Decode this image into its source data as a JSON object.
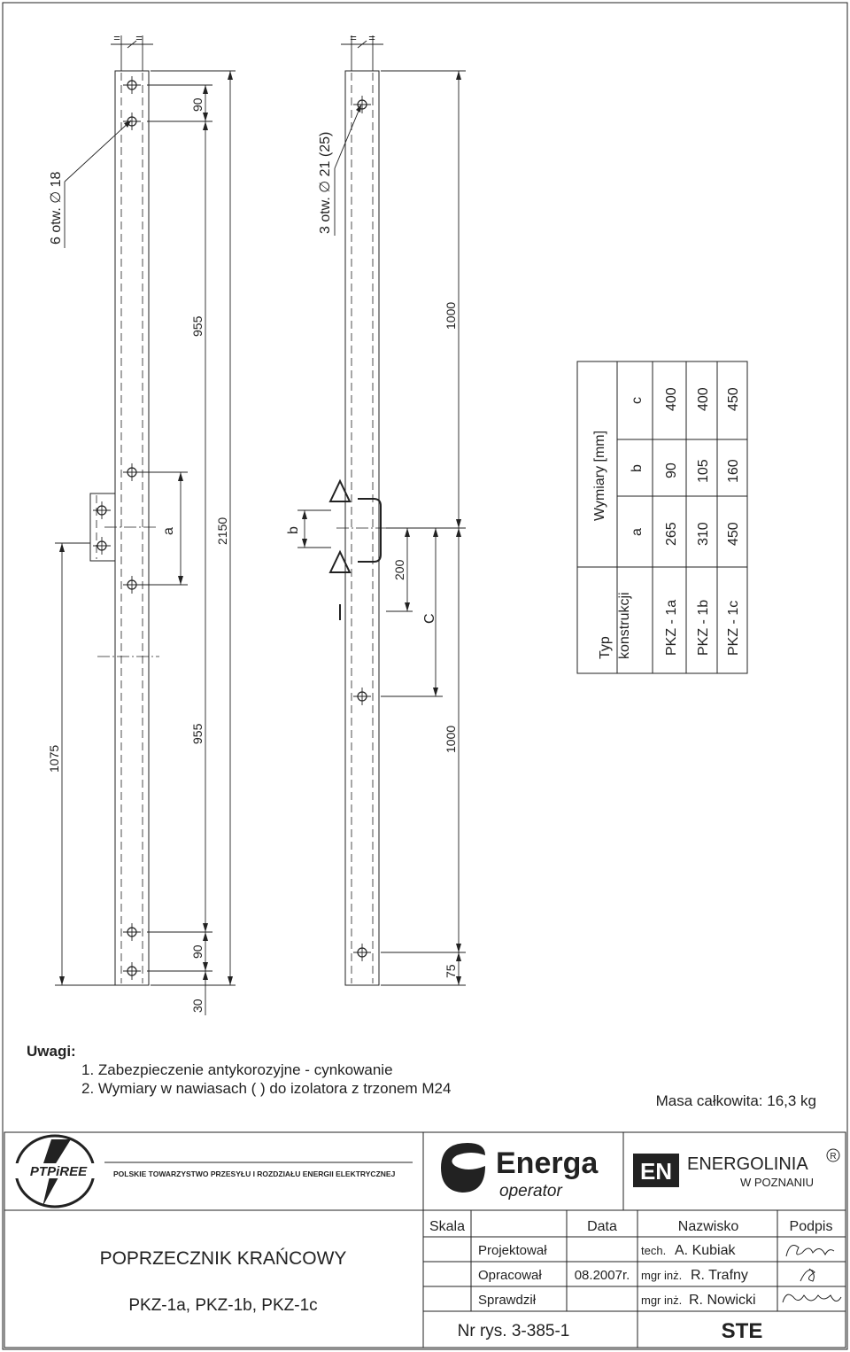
{
  "drawing": {
    "callout_left": "6 otw. ∅ 18",
    "callout_right": "3 otw. ∅ 21 (25)",
    "dims_left": [
      "90",
      "955",
      "2150",
      "955",
      "90",
      "30",
      "1075"
    ],
    "label_a": "a",
    "dims_right": [
      "1000",
      "1000",
      "75",
      "200"
    ],
    "label_b": "b",
    "label_c": "C",
    "equal_mark": "="
  },
  "dimension_table": {
    "title": "Wymiary  [mm]",
    "typ_header": "Typ",
    "typ_header2": "konstrukcji",
    "columns": [
      "a",
      "b",
      "c"
    ],
    "rows": [
      {
        "typ": "PKZ - 1a",
        "a": "265",
        "b": "90",
        "c": "400"
      },
      {
        "typ": "PKZ - 1b",
        "a": "310",
        "b": "105",
        "c": "400"
      },
      {
        "typ": "PKZ - 1c",
        "a": "450",
        "b": "160",
        "c": "450"
      }
    ]
  },
  "notes": {
    "heading": "Uwagi:",
    "items": [
      "1. Zabezpieczenie antykorozyjne - cynkowanie",
      "2. Wymiary w nawiasach ( ) do izolatora z trzonem M24"
    ],
    "mass": "Masa całkowita:  16,3 kg"
  },
  "title_block": {
    "ptpiree_logo": "PTPiREE",
    "ptpiree_name": "POLSKIE  TOWARZYSTWO  PRZESYŁU  I  ROZDZIAŁU  ENERGII  ELEKTRYCZNEJ",
    "energa_word": "Energa",
    "energa_sub": "operator",
    "en_badge": "EN",
    "energolinia": "ENERGOLINIA",
    "energolinia_sub": "W  POZNANIU",
    "registered": "R",
    "title": "POPRZECZNIK  KRAŃCOWY",
    "subtitle": "PKZ-1a, PKZ-1b, PKZ-1c",
    "skala_label": "Skala",
    "data_label": "Data",
    "nazwisko_label": "Nazwisko",
    "podpis_label": "Podpis",
    "roles": [
      "Projektował",
      "Opracował",
      "Sprawdził"
    ],
    "date": "08.2007r.",
    "names": [
      {
        "prefix": "tech.",
        "name": "A. Kubiak"
      },
      {
        "prefix": "mgr inż.",
        "name": "R. Trafny"
      },
      {
        "prefix": "mgr inż.",
        "name": "R. Nowicki"
      }
    ],
    "drawing_no": "Nr rys. 3-385-1",
    "ste": "STE"
  }
}
